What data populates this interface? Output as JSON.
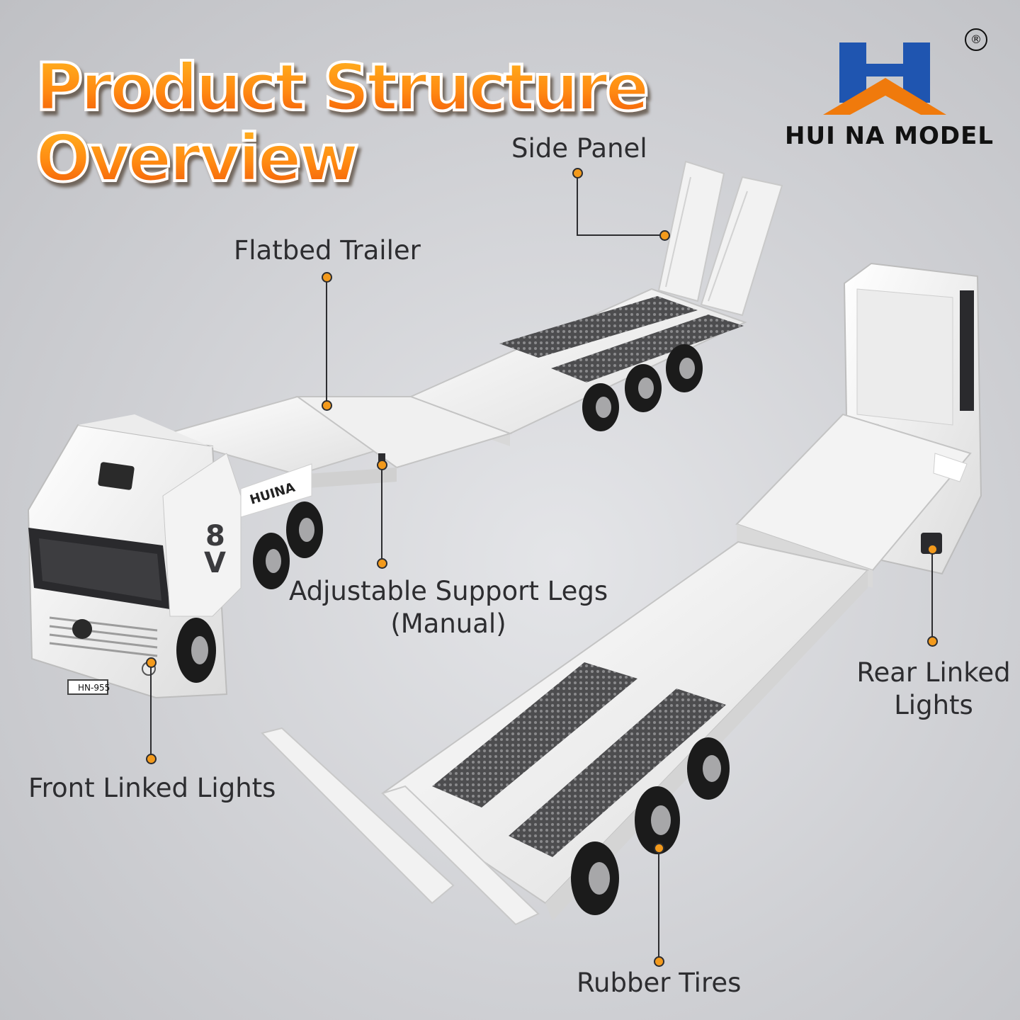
{
  "headline": {
    "line1": "Product Structure",
    "line2": "Overview"
  },
  "brand": {
    "name": "HUI NA MODEL",
    "registered_mark": "®",
    "colors": {
      "blue": "#1f55b0",
      "orange": "#f07a0c"
    }
  },
  "callouts": {
    "side_panel": "Side Panel",
    "flatbed_trailer": "Flatbed Trailer",
    "support_legs_line1": "Adjustable Support Legs",
    "support_legs_line2": "(Manual)",
    "rear_lights_line1": "Rear Linked",
    "rear_lights_line2": "Lights",
    "front_lights": "Front Linked Lights",
    "rubber_tires": "Rubber Tires"
  },
  "product_markings": {
    "trailer_brand": "HUINA",
    "plate": "HN-955"
  },
  "colors": {
    "accent_orange": "#f39a1c",
    "truck_white": "#f4f4f4",
    "deck_grey": "#555555"
  }
}
